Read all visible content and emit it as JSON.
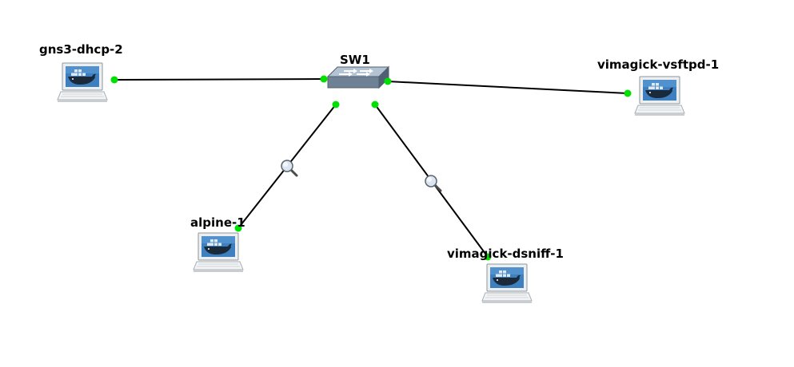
{
  "topology": {
    "nodes": [
      {
        "id": "switch",
        "label": "SW1",
        "type": "ethernet-switch"
      },
      {
        "id": "dhcp",
        "label": "gns3-dhcp-2",
        "type": "docker-host"
      },
      {
        "id": "vsftpd",
        "label": "vimagick-vsftpd-1",
        "type": "docker-host"
      },
      {
        "id": "alpine",
        "label": "alpine-1",
        "type": "docker-host"
      },
      {
        "id": "dsniff",
        "label": "vimagick-dsniff-1",
        "type": "docker-host"
      }
    ],
    "links": [
      {
        "from": "dhcp",
        "to": "switch",
        "capture": false
      },
      {
        "from": "switch",
        "to": "vsftpd",
        "capture": false
      },
      {
        "from": "switch",
        "to": "alpine",
        "capture": true
      },
      {
        "from": "switch",
        "to": "dsniff",
        "capture": true
      }
    ],
    "link_status_color": "#00e000",
    "icons": {
      "host": "docker-computer-icon",
      "switch": "ethernet-switch-icon",
      "capture": "magnifier-capture-icon"
    }
  }
}
